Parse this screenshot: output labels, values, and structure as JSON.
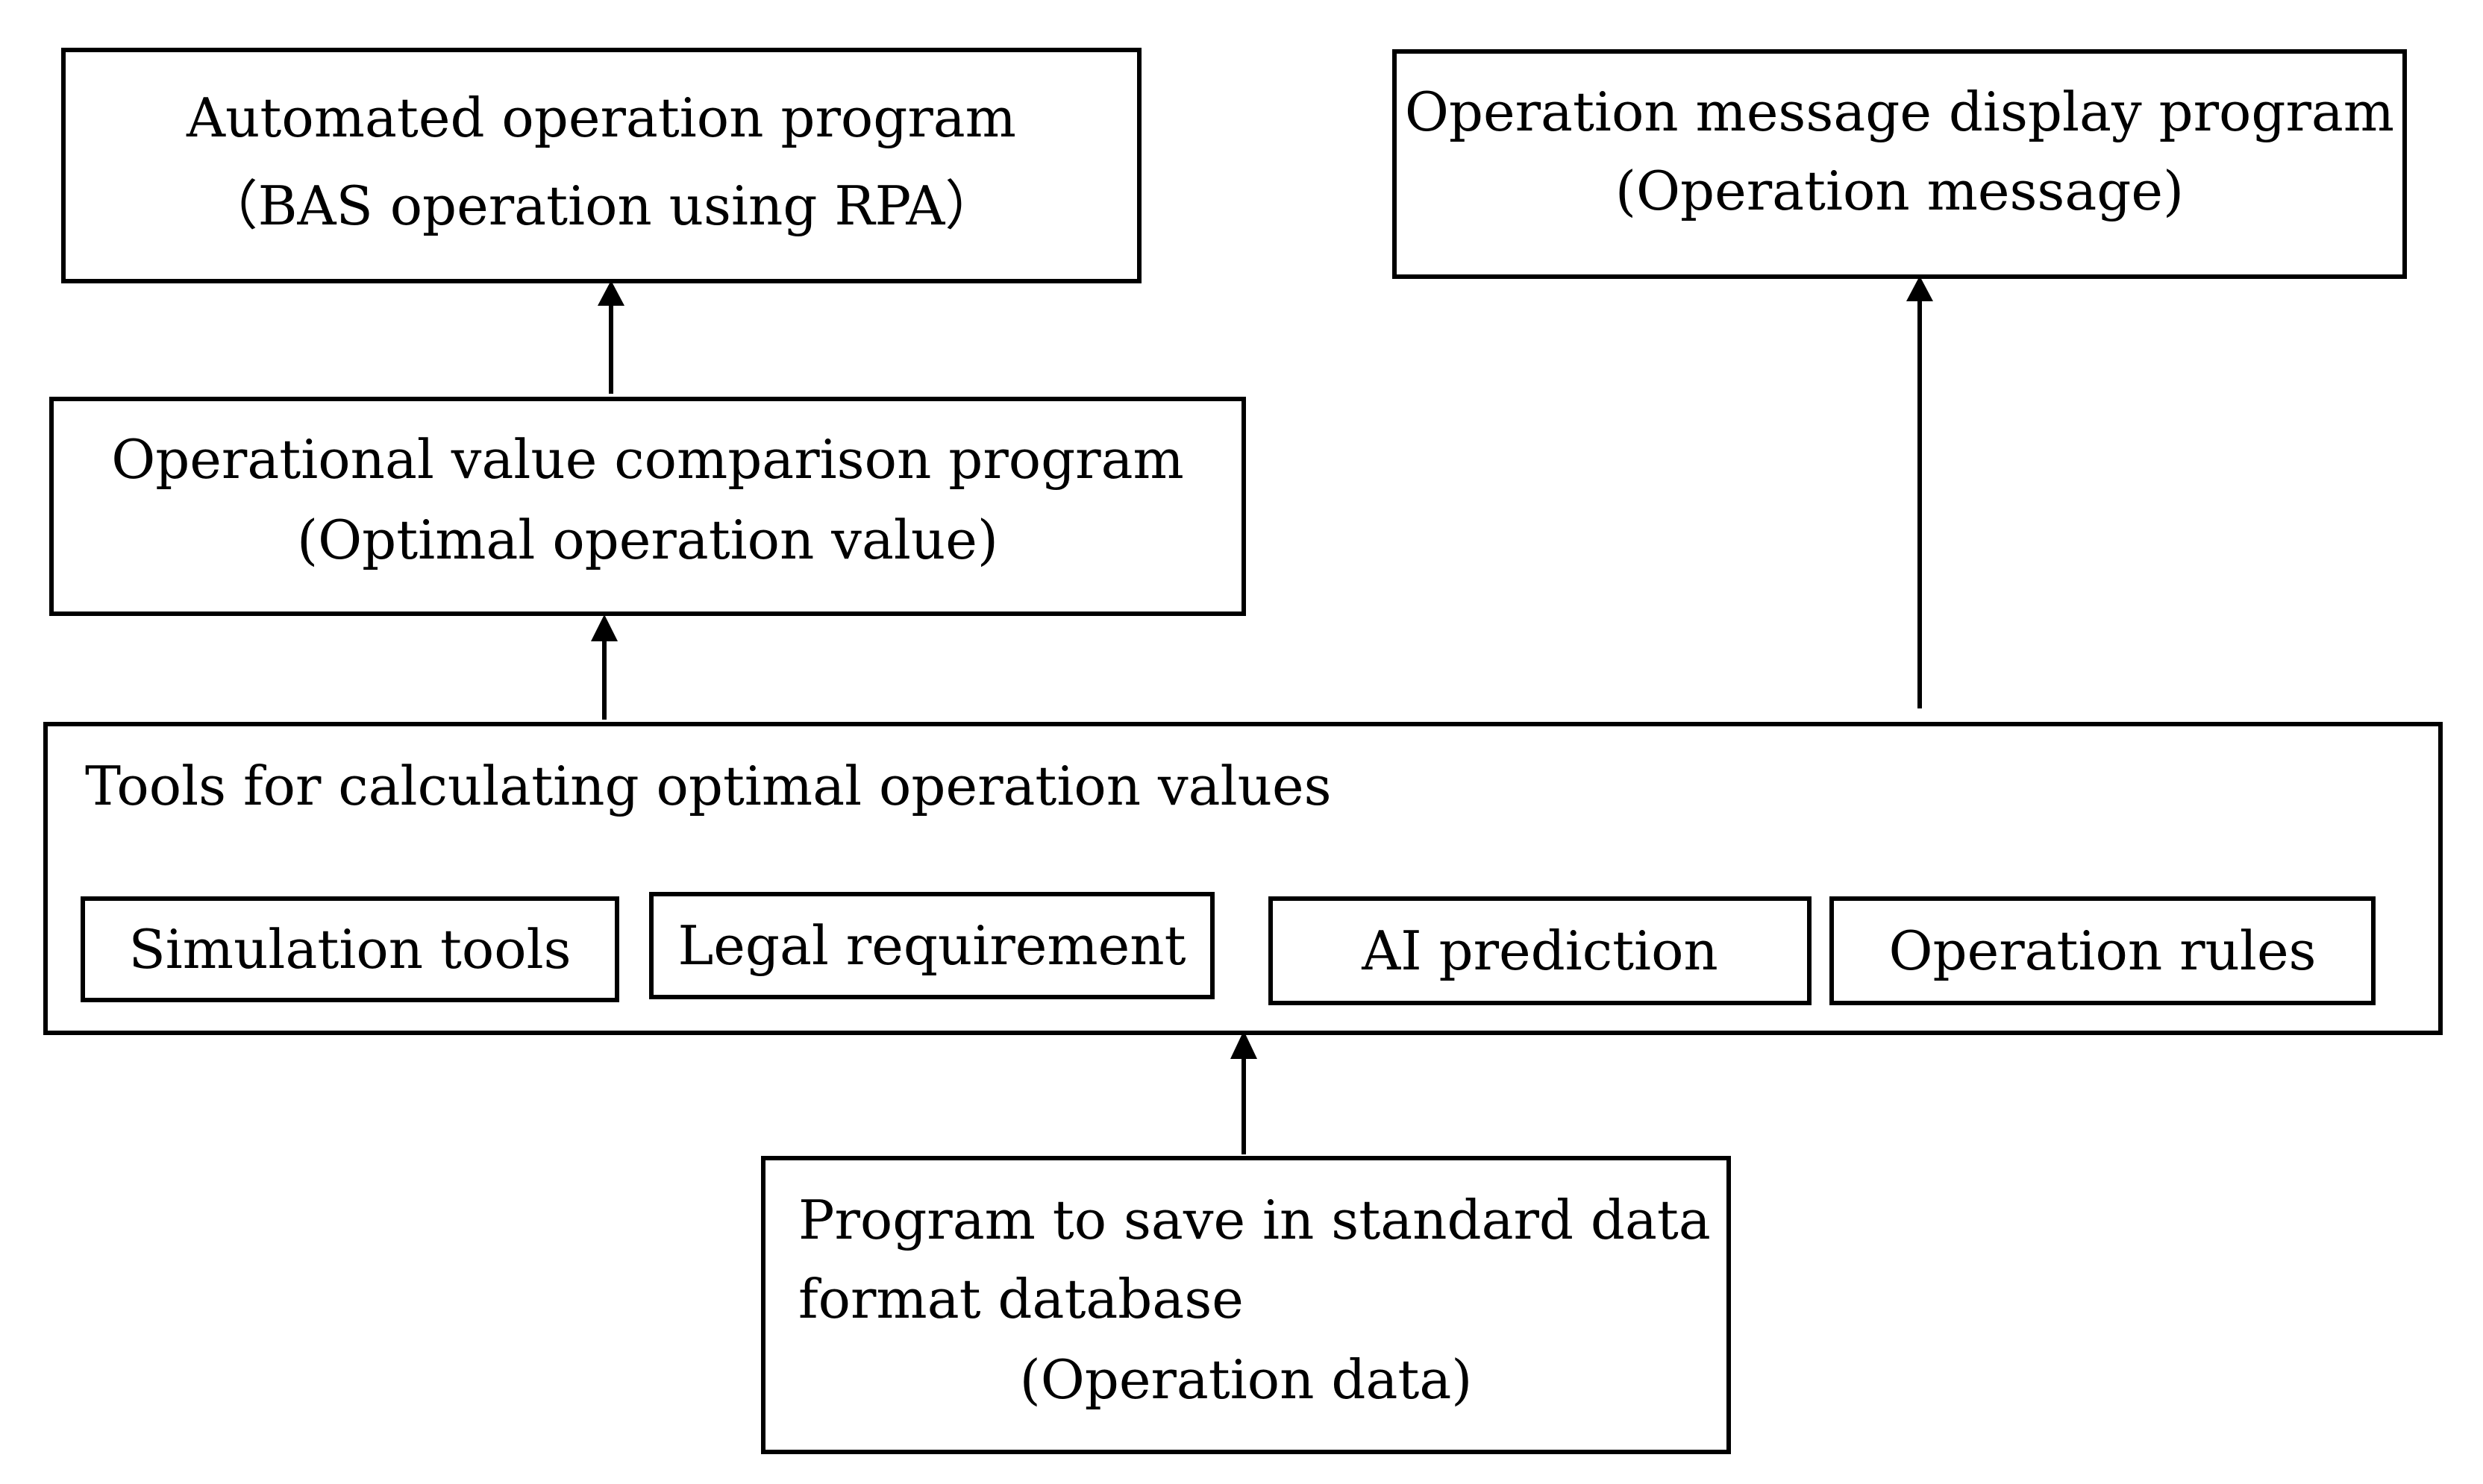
{
  "diagram": {
    "automated_box": {
      "title": "Automated  operation program",
      "subtitle": "（BAS operation using RPA）"
    },
    "message_box": {
      "title": "Operation message display program",
      "subtitle": "(Operation message)"
    },
    "comparison_box": {
      "title": "Operational value  comparison program",
      "subtitle": "(Optimal operation value)"
    },
    "tools_box": {
      "title": "Tools for calculating optimal operation values",
      "tools": [
        "Simulation tools",
        "Legal requirement",
        "AI prediction",
        "Operation rules"
      ]
    },
    "database_box": {
      "line1": "Program to save in standard  data",
      "line2": "format database",
      "line3": "(Operation data)"
    }
  }
}
